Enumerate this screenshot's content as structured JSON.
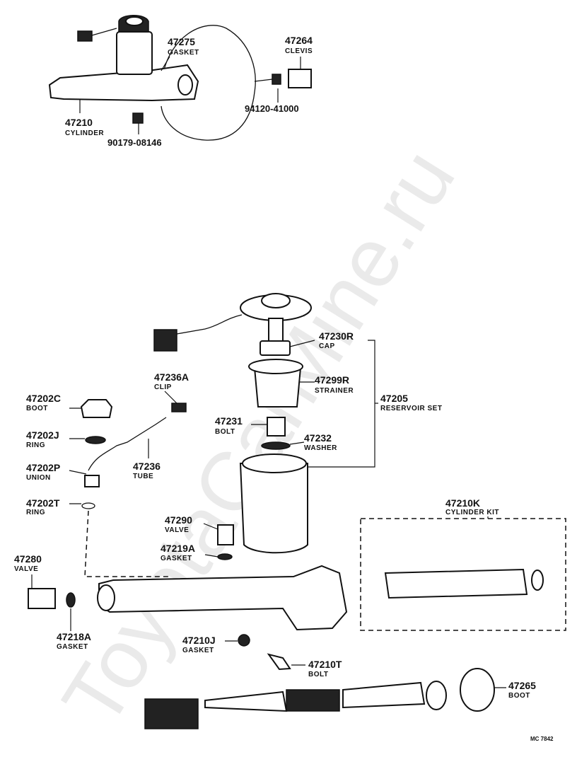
{
  "watermark": "ToyotaCarMine.ru",
  "diagram_code": "MC  7842",
  "top_assembly": {
    "labels": [
      {
        "id": "gasket",
        "number": "47275",
        "name": "GASKET"
      },
      {
        "id": "clevis",
        "number": "47264",
        "name": "CLEVIS"
      },
      {
        "id": "cylinder",
        "number": "47210",
        "name": "CYLINDER"
      },
      {
        "id": "nut-a",
        "number": "94120-41000",
        "name": ""
      },
      {
        "id": "nut-b",
        "number": "90179-08146",
        "name": ""
      }
    ]
  },
  "bottom_assembly": {
    "labels": [
      {
        "id": "cap",
        "number": "47230R",
        "name": "CAP"
      },
      {
        "id": "strainer",
        "number": "47299R",
        "name": "STRAINER"
      },
      {
        "id": "reservoir-set",
        "number": "47205",
        "name": "RESERVOIR SET"
      },
      {
        "id": "clip",
        "number": "47236A",
        "name": "CLIP"
      },
      {
        "id": "boot-c",
        "number": "47202C",
        "name": "BOOT"
      },
      {
        "id": "bolt-231",
        "number": "47231",
        "name": "BOLT"
      },
      {
        "id": "washer",
        "number": "47232",
        "name": "WASHER"
      },
      {
        "id": "ring-j",
        "number": "47202J",
        "name": "RING"
      },
      {
        "id": "tube",
        "number": "47236",
        "name": "TUBE"
      },
      {
        "id": "union",
        "number": "47202P",
        "name": "UNION"
      },
      {
        "id": "ring-t",
        "number": "47202T",
        "name": "RING"
      },
      {
        "id": "cylinder-kit",
        "number": "47210K",
        "name": "CYLINDER KIT"
      },
      {
        "id": "valve-290",
        "number": "47290",
        "name": "VALVE"
      },
      {
        "id": "gasket-219",
        "number": "47219A",
        "name": "GASKET"
      },
      {
        "id": "valve-280",
        "number": "47280",
        "name": "VALVE"
      },
      {
        "id": "gasket-218",
        "number": "47218A",
        "name": "GASKET"
      },
      {
        "id": "gasket-210j",
        "number": "47210J",
        "name": "GASKET"
      },
      {
        "id": "bolt-210t",
        "number": "47210T",
        "name": "BOLT"
      },
      {
        "id": "boot-265",
        "number": "47265",
        "name": "BOOT"
      }
    ]
  }
}
